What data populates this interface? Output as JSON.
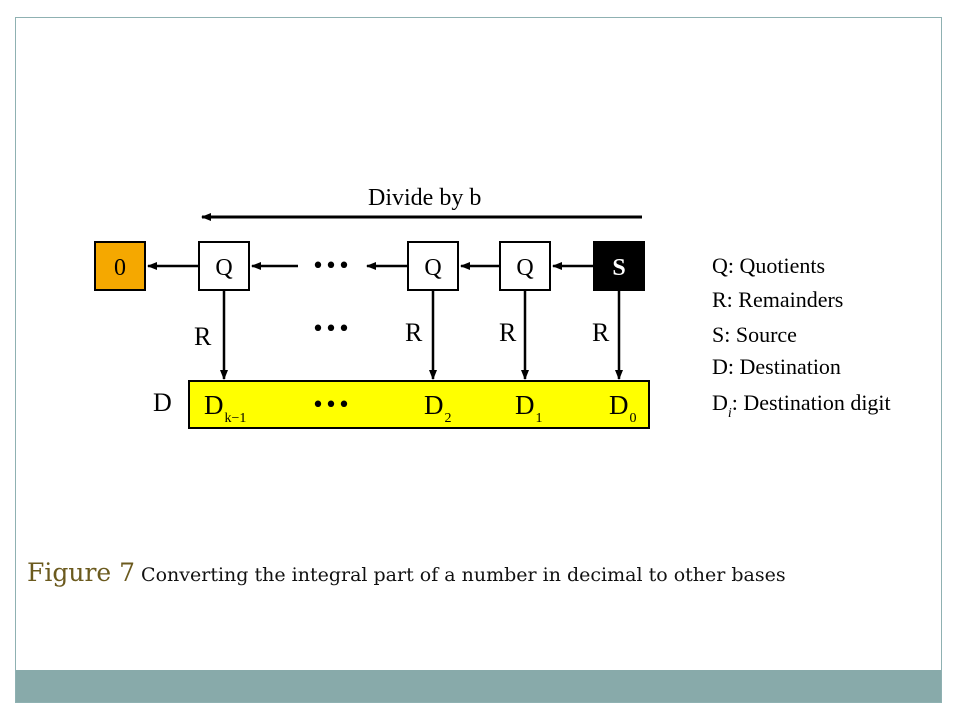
{
  "diagram": {
    "direction_label": "Divide by b",
    "zero_box": "0",
    "quotient_boxes": [
      "Q",
      "Q",
      "Q"
    ],
    "source_box": "S",
    "ellipsis": "•••",
    "remainder_labels": [
      "R",
      "R",
      "R",
      "R"
    ],
    "destination_label": "D",
    "digits": [
      {
        "base": "D",
        "sub": "k−1"
      },
      {
        "base": "D",
        "sub": "2"
      },
      {
        "base": "D",
        "sub": "1"
      },
      {
        "base": "D",
        "sub": "0"
      }
    ],
    "colors": {
      "zero_fill": "#f5a800",
      "destination_fill": "#ffff00",
      "source_fill": "#000000"
    }
  },
  "legend": {
    "items": [
      "Q: Quotients",
      "R: Remainders",
      "S: Source",
      "D: Destination"
    ],
    "digit_item": {
      "base": "D",
      "sub": "i",
      "rest": ": Destination digit"
    }
  },
  "caption": {
    "label": "Figure 7",
    "text": "Converting the integral part of a number in decimal to other bases"
  }
}
